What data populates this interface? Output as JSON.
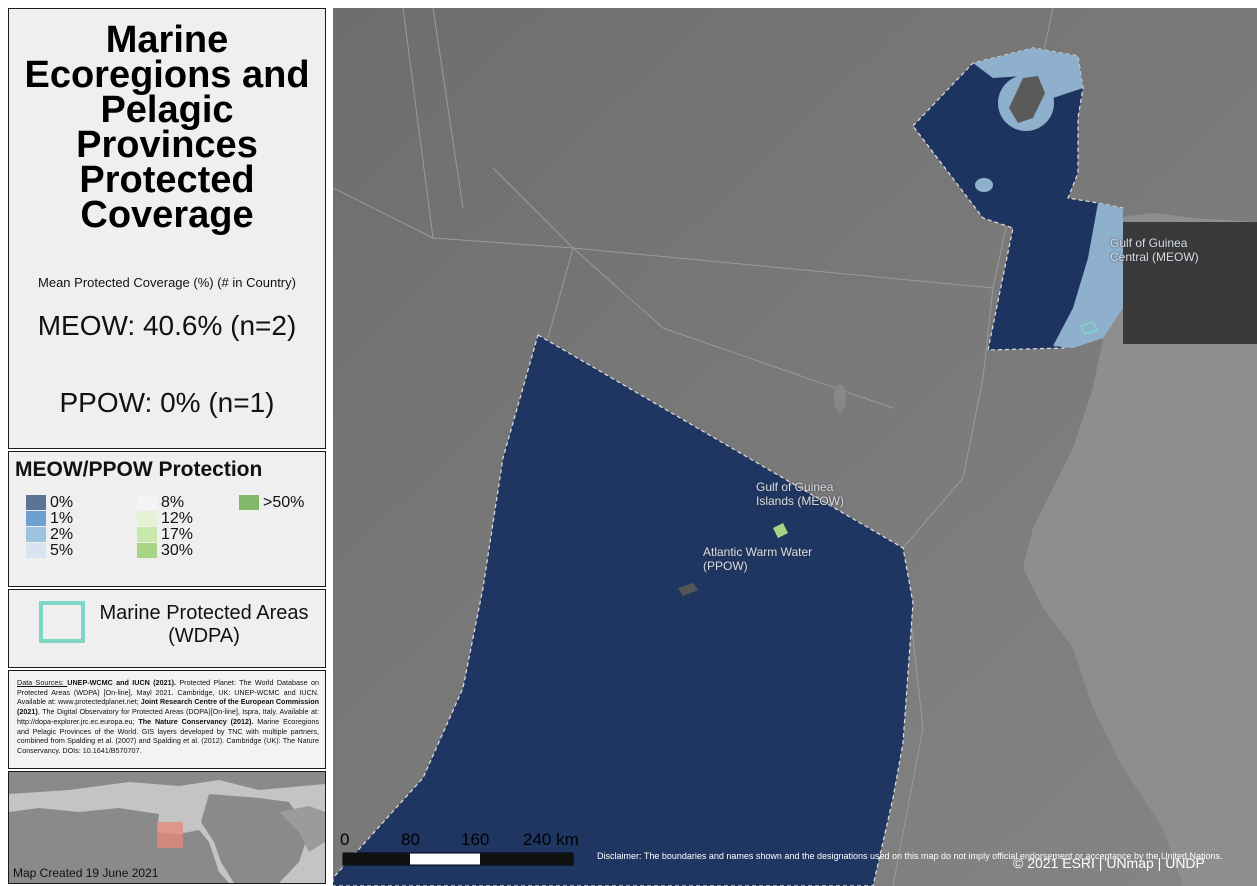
{
  "title": "Marine Ecoregions and Pelagic Provinces Protected Coverage",
  "subtitle": "Mean Protected Coverage (%) (# in Country)",
  "meow_stat": "MEOW: 40.6% (n=2)",
  "ppow_stat": "PPOW: 0%  (n=1)",
  "legend": {
    "title": "MEOW/PPOW Protection",
    "items": [
      {
        "label": "0%",
        "color": "#5a7396"
      },
      {
        "label": "1%",
        "color": "#6d9fd0"
      },
      {
        "label": "2%",
        "color": "#9ec3de"
      },
      {
        "label": "5%",
        "color": "#d8e4f2"
      },
      {
        "label": "8%",
        "color": "#f4f4f4"
      },
      {
        "label": "12%",
        "color": "#e6f2d8"
      },
      {
        "label": "17%",
        "color": "#c9e8ac"
      },
      {
        "label": "30%",
        "color": "#a8d585"
      },
      {
        "label": ">50%",
        "color": "#82b86a"
      }
    ]
  },
  "wdpa_label": "Marine Protected Areas (WDPA)",
  "sources": {
    "part1": "Data Sources: ",
    "b1": "UNEP-WCMC and IUCN (2021).",
    "part2": " Protected Planet: The World Database on Protected Areas (WDPA) [On-line], Mayl 2021. Cambridge, UK: UNEP-WCMC and IUCN. Available at: www.protectedplanet.net; ",
    "b2": "Joint Research Centre of the European Commission (2021)",
    "part3": ", The Digital Observatory for Protected Areas (DOPA)[On-line], Ispra, Italy. Available at: http://dopa-explorer.jrc.ec.europa.eu; ",
    "b3": "The Nature Conservancy (2012).",
    "part4": " Marine Ecoregions and Pelagic Provinces of the World. GIS layers developed by TNC with multiple partners, combined from Spalding et al. (2007) and Spalding et al. (2012). Cambridge (UK): The Nature Conservancy. DOIs: 10.1641/B570707."
  },
  "map_created": "Map Created 19 June 2021",
  "map_labels": {
    "gulf_central": "Gulf of Guinea Central (MEOW)",
    "gulf_islands": "Gulf of Guinea Islands (MEOW)",
    "atlantic": "Atlantic Warm Water (PPOW)"
  },
  "scale": {
    "labels": [
      "0",
      "80",
      "160",
      "240 km"
    ]
  },
  "disclaimer": "Disclaimer: The boundaries and names shown and the designations used on this map do not imply official endorsement or acceptance by the United Nations.",
  "copyright": "© 2021 ESRI | UNmap | UNDP",
  "colors": {
    "ocean": "#7a7a7a",
    "meow_dark": "#1e3460",
    "meow_light": "#8fb0cc",
    "wdpa": "#7fd6c4"
  }
}
